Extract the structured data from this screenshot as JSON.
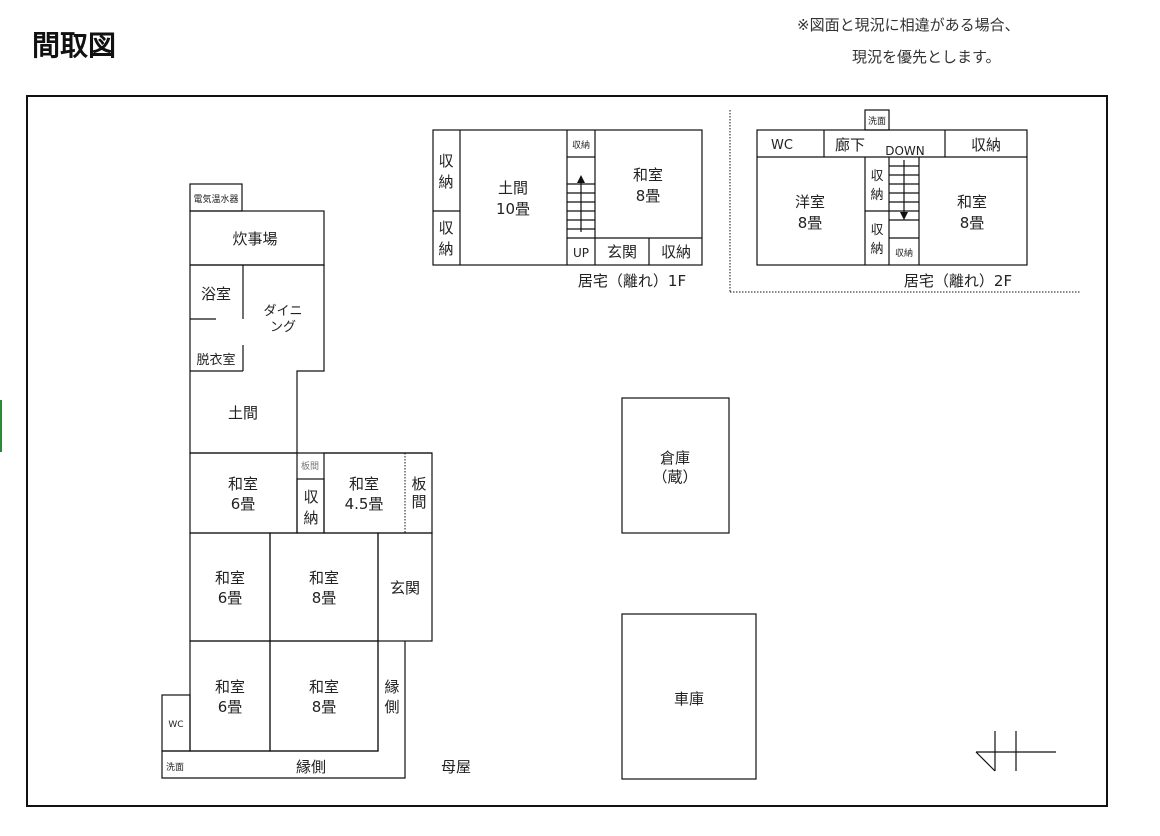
{
  "header": {
    "title": "間取図",
    "note_line1": "※図面と現況に相違がある場合、",
    "note_line2": "現況を優先とします。"
  },
  "main_house": {
    "label": "母屋",
    "water_heater": "電気温水器",
    "kitchen": "炊事場",
    "bath": "浴室",
    "dining": [
      "ダイニ",
      "ング"
    ],
    "dressing": "脱衣室",
    "doma": "土間",
    "washitsu6_a": [
      "和室",
      "6畳"
    ],
    "itama_small": "板間",
    "storage": [
      "収",
      "納"
    ],
    "washitsu45": [
      "和室",
      "4.5畳"
    ],
    "itama": [
      "板",
      "間"
    ],
    "washitsu6_b": [
      "和室",
      "6畳"
    ],
    "washitsu8_a": [
      "和室",
      "8畳"
    ],
    "entrance": "玄関",
    "washitsu6_c": [
      "和室",
      "6畳"
    ],
    "washitsu8_b": [
      "和室",
      "8畳"
    ],
    "engawa_side": [
      "縁",
      "側"
    ],
    "wc": "WC",
    "washroom": "洗面",
    "engawa": "縁側"
  },
  "annex_1f": {
    "label": "居宅（離れ）1F",
    "storage_a": [
      "収",
      "納"
    ],
    "storage_b": [
      "収",
      "納"
    ],
    "doma": [
      "土間",
      "10畳"
    ],
    "storage_small": "収納",
    "up": "UP",
    "washitsu": [
      "和室",
      "8畳"
    ],
    "entrance": "玄関",
    "storage_c": "収納"
  },
  "annex_2f": {
    "label": "居宅（離れ）2F",
    "washroom": "洗面",
    "wc": "WC",
    "hallway": "廊下",
    "down": "DOWN",
    "storage_top": "収納",
    "youshitsu": [
      "洋室",
      "8畳"
    ],
    "storage_a": [
      "収",
      "納"
    ],
    "storage_b": [
      "収",
      "納"
    ],
    "storage_small": "収納",
    "washitsu": [
      "和室",
      "8畳"
    ]
  },
  "warehouse": [
    "倉庫",
    "（蔵）"
  ],
  "garage": "車庫"
}
